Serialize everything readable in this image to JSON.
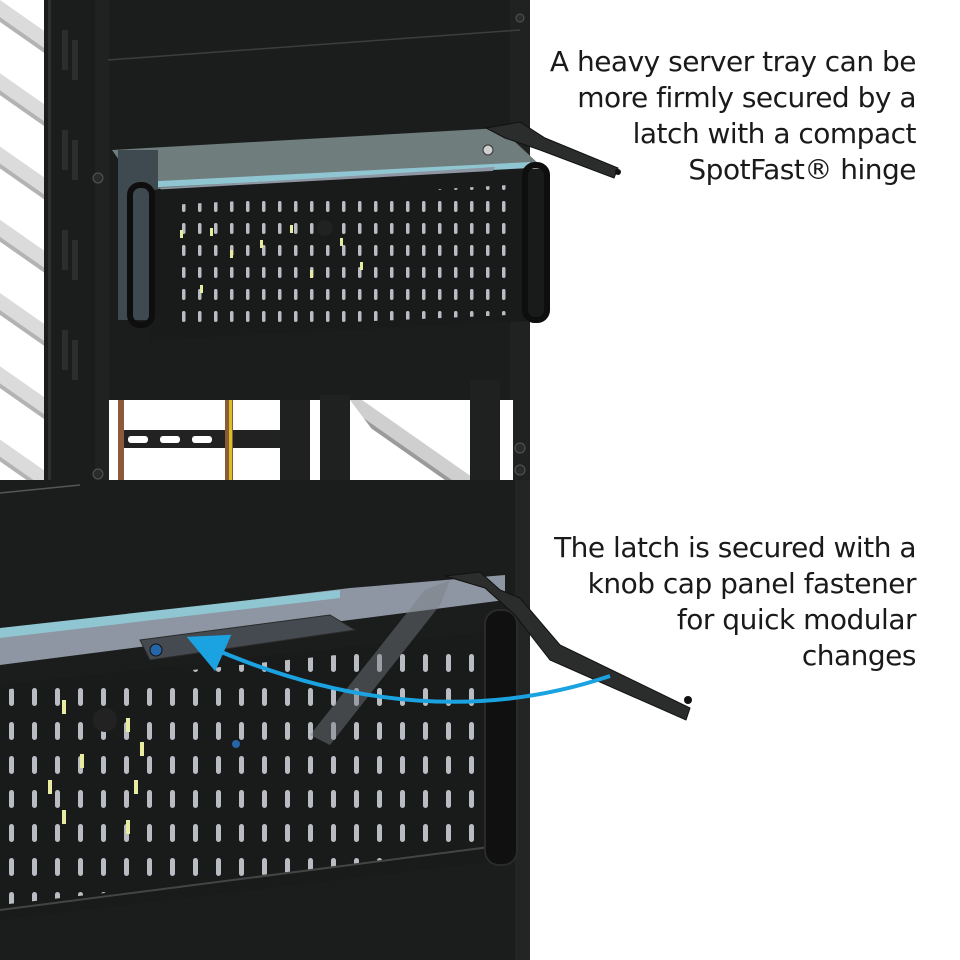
{
  "captions": {
    "top": "A heavy server tray can be\nmore firmly secured by a\nlatch with a compact\nSpotFast® hinge",
    "bottom": "The latch is secured with a\nknob cap panel fastener\nfor quick modular\nchanges"
  },
  "panels": [
    {
      "id": "top",
      "subject": "server rack with mounted heavy server tray and SpotFast hinge latch"
    },
    {
      "id": "bottom",
      "subject": "close-up of latch rotating to knob cap panel fastener"
    }
  ],
  "colors": {
    "rack_black": "#1b1c1c",
    "rack_edge": "#2a2b2b",
    "tray_top": "#6f7d7d",
    "tray_rail": "#8fc6d2",
    "tray_front_lip": "#8d96a2",
    "vent_slot": "#b9bcc2",
    "vent_glow": "#e8eca0",
    "rail_grey": "#c9c9c9",
    "copper": "#8a5a3a",
    "yellow": "#d8c020",
    "arrow_blue": "#1aa3e0",
    "text": "#1a1a1a"
  },
  "arrow": {
    "label": "rotation-arrow",
    "direction": "right-to-left"
  }
}
